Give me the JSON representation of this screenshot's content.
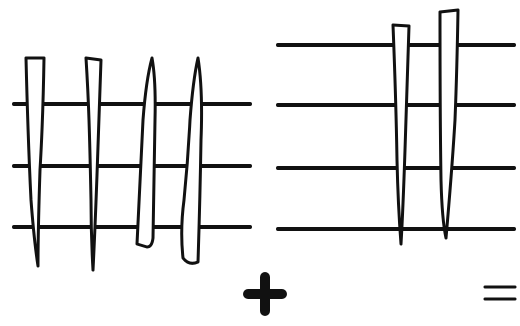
{
  "diagram": {
    "operators": [
      "+",
      "="
    ],
    "groups": [
      {
        "id": "left-group",
        "horizontal_lines": 3,
        "strokes": 4
      },
      {
        "id": "right-group",
        "horizontal_lines": 4,
        "strokes": 2
      }
    ]
  },
  "colors": {
    "ink": "#111111",
    "paper": "#ffffff"
  }
}
